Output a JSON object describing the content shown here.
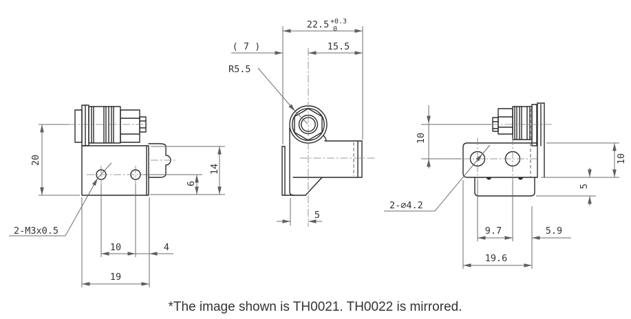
{
  "colors": {
    "outline": "#2a2a2a",
    "dimension": "#6b6b6b",
    "text": "#333333",
    "background": "#ffffff"
  },
  "caption": "*The image shown is TH0021. TH0022 is mirrored.",
  "views": {
    "front_left": {
      "dim_height_20": "20",
      "dim_plate_14": "14",
      "dim_hole_6": "6",
      "thread_label": "2-M3x0.5",
      "dim_pitch_10": "10",
      "dim_edge_4": "4",
      "dim_width_19": "19"
    },
    "center_side": {
      "dim_depth_22_5": "22.5",
      "tol_upper": "+0.3",
      "tol_lower": "0",
      "dim_ref_7": "( 7 )",
      "dim_15_5": "15.5",
      "radius_label": "R5.5",
      "dim_offset_5": "5"
    },
    "right_back": {
      "dim_axis_hole_10": "10",
      "dim_plate_10": "10",
      "dim_step_5": "5",
      "hole_label": "2-∅4.2",
      "dim_pitch_9_7": "9.7",
      "dim_edge_5_9": "5.9",
      "dim_width_19_6": "19.6"
    }
  }
}
